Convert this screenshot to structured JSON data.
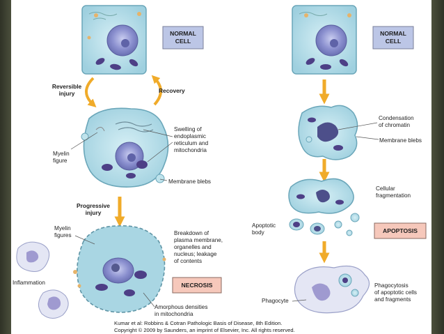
{
  "normal_cell_label_left": [
    "NORMAL",
    "CELL"
  ],
  "normal_cell_label_right": [
    "NORMAL",
    "CELL"
  ],
  "left_pathway": {
    "reversible_injury": [
      "Reversible",
      "injury"
    ],
    "recovery": "Recovery",
    "swelling": [
      "Swelling of",
      "endoplasmic",
      "reticulum and",
      "mitochondria"
    ],
    "myelin_figure": [
      "Myelin",
      "figure"
    ],
    "membrane_blebs": "Membrane blebs",
    "progressive_injury": [
      "Progressive",
      "injury"
    ],
    "myelin_figures": [
      "Myelin",
      "figures"
    ],
    "breakdown": [
      "Breakdown of",
      "plasma membrane,",
      "organelles and",
      "nucleus; leakage",
      "of contents"
    ],
    "inflammation": "Inflammation",
    "necrosis": "NECROSIS",
    "amorphous": [
      "Amorphous densities",
      "in mitochondria"
    ]
  },
  "right_pathway": {
    "condensation": [
      "Condensation",
      "of chromatin"
    ],
    "membrane_blebs": "Membrane blebs",
    "fragmentation": [
      "Cellular",
      "fragmentation"
    ],
    "apoptotic_body": [
      "Apoptotic",
      "body"
    ],
    "apoptosis": "APOPTOSIS",
    "phagocyte": "Phagocyte",
    "phagocytosis": [
      "Phagocytosis",
      "of apoptotic cells",
      "and fragments"
    ]
  },
  "credit": [
    "Kumar et al: Robbins & Cotran Pathologic Basis of Disease, 8th Edition.",
    "Copyright © 2009 by Saunders, an imprint of Elsevier, Inc. All rights reserved."
  ],
  "colors": {
    "cell_fill": "#bfe3ec",
    "nucleus": "#7d84c4",
    "mitochondria": "#4d3f86",
    "arrow": "#f0ab2a",
    "label_box": "#bcc6e6",
    "apoptosis_box": "#f6c8bb"
  }
}
